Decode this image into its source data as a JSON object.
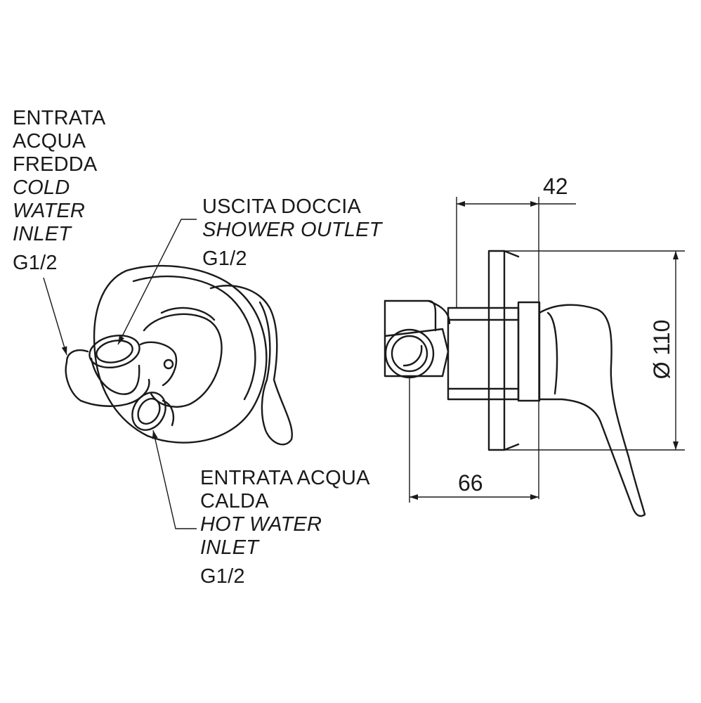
{
  "labels": {
    "cold_inlet": {
      "line1": "ENTRATA",
      "line2": "ACQUA",
      "line3": "FREDDA",
      "line4": "COLD",
      "line5": "WATER",
      "line6": "INLET",
      "thread": "G1/2"
    },
    "shower_outlet": {
      "line1": "USCITA DOCCIA",
      "line2": "SHOWER OUTLET",
      "thread": "G1/2"
    },
    "hot_inlet": {
      "line1": "ENTRATA ACQUA",
      "line2": "CALDA",
      "line3": "HOT WATER",
      "line4": "INLET",
      "thread": "G1/2"
    }
  },
  "dimensions": {
    "body_depth": "42",
    "overall_depth": "66",
    "plate_diameter": "Ø 110"
  }
}
